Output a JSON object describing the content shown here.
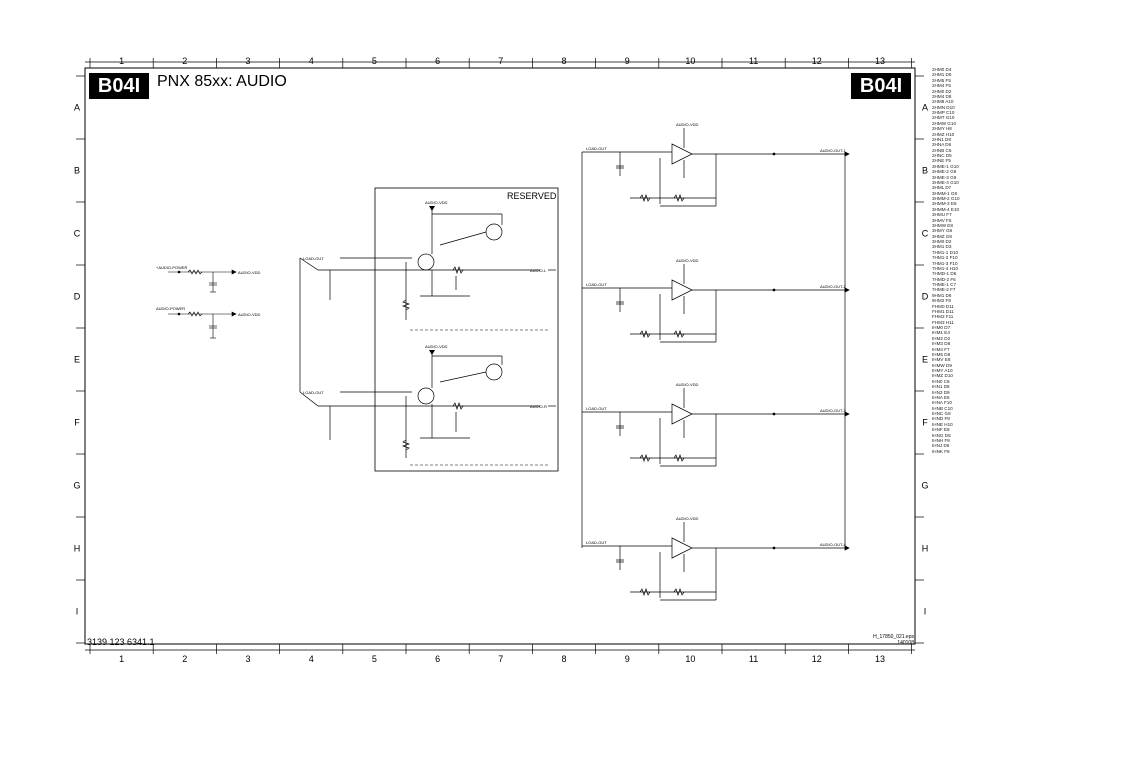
{
  "sheet": {
    "badge": "B04I",
    "title": "PNX 85xx: AUDIO",
    "doc_number": "3139 123 6341.1",
    "file_ref": "H_17850_021.eps",
    "file_date": "140108",
    "reserved_label": "RESERVED",
    "columns": [
      "1",
      "2",
      "3",
      "4",
      "5",
      "6",
      "7",
      "8",
      "9",
      "10",
      "11",
      "12",
      "13"
    ],
    "rows": [
      "A",
      "B",
      "C",
      "D",
      "E",
      "F",
      "G",
      "H",
      "I"
    ]
  },
  "nets": {
    "supply_top": "+AUDIO-POWER",
    "supply_top_out": "AUDIO-VDD",
    "supply_bottom": "AUDIO-POWER",
    "supply_bottom_out": "AUDIO-VDD",
    "vdd": "AUDIO-VDD",
    "left_in": "LOAD-OUT",
    "left_out": "AUDIO-L",
    "right_in": "LOAD-OUT",
    "right_out": "AUDIO-R",
    "amp_outputs": [
      "AUDIO-OUT-1",
      "AUDIO-OUT-2",
      "AUDIO-OUT-3",
      "AUDIO-OUT-4"
    ]
  },
  "references": [
    "2HM0 D4",
    "2HM1 D5",
    "2HM5 F5",
    "2HM4 F5",
    "2HM0 D2",
    "2HM4 D8",
    "2HM8 A10",
    "2HMN D10",
    "2HMP C10",
    "2HMT G10",
    "2HMW G10",
    "2HMY H8",
    "2HMZ H10",
    "2HN1 D8",
    "2HNA D6",
    "2HNB C5",
    "2HNC D5",
    "2HNE F5",
    "3HME-1 G10",
    "3HME-2 G9",
    "3HME-3 G9",
    "3HME-4 G10",
    "3HML D7",
    "3HMM-1 G8",
    "3HMM-2 G10",
    "3HMM-3 E8",
    "3HMM-4 E10",
    "3HMU F7",
    "3HMV F5",
    "3HMW E8",
    "3HMY G8",
    "3HMZ G8",
    "3HM0 D2",
    "3HM1 D3",
    "7HM1-1 D10",
    "7HM1-2 F10",
    "7HM1-3 F10",
    "7HM1-4 H10",
    "7HMD-1 D6",
    "7HMD-2 F6",
    "7HME-1 C7",
    "7HME-2 F7",
    "9HM1 D6",
    "9HM2 F6",
    "FHM0 D11",
    "FHM1 D11",
    "FHM2 F11",
    "FHM3 H11",
    "IHM0 D7",
    "IHM1 E4",
    "IHM2 D2",
    "IHM3 D8",
    "IHM4 F7",
    "IHM5 D8",
    "IHMV E8",
    "IHMW D9",
    "IHMY A10",
    "IHMZ D10",
    "IHN0 C8",
    "IHN1 D8",
    "IHN3 D9",
    "IHNA E6",
    "IHNA F10",
    "IHNB C10",
    "IHNC G8",
    "IHND F8",
    "IHNE H10",
    "IHNF E8",
    "IHNG D8",
    "IHNH F8",
    "IHNJ D6",
    "IHNK F8"
  ]
}
